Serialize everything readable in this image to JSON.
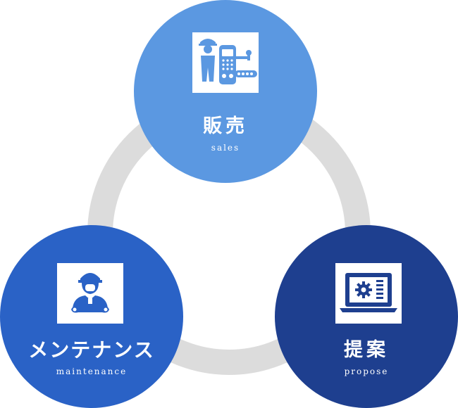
{
  "nodes": {
    "sales": {
      "title": "販売",
      "subtitle": "sales",
      "icon": "engineer-machine-icon",
      "color": "#5b98e1"
    },
    "maintenance": {
      "title": "メンテナンス",
      "subtitle": "maintenance",
      "icon": "worker-wrench-icon",
      "color": "#2a62c6"
    },
    "propose": {
      "title": "提案",
      "subtitle": "propose",
      "icon": "laptop-gear-icon",
      "color": "#1e3f8f"
    }
  },
  "ring_color": "#dcdcdc"
}
